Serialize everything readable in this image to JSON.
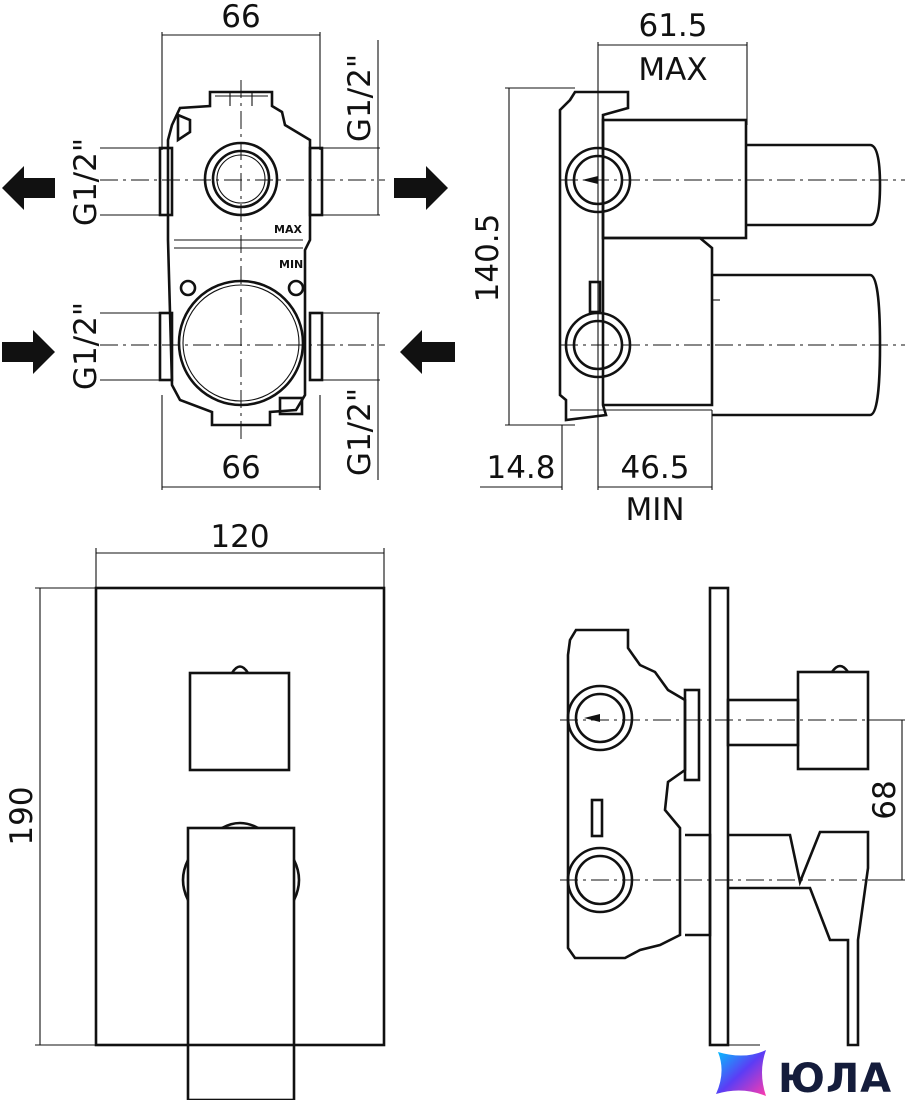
{
  "views": {
    "front_body": {
      "width_top": "66",
      "width_bottom": "66",
      "thread_left_upper": "G1/2\"",
      "thread_left_lower": "G1/2\"",
      "thread_right_upper": "G1/2\"",
      "thread_right_lower": "G1/2\"",
      "mark_max": "MAX",
      "mark_min": "MIN"
    },
    "side_body": {
      "depth_max": "61.5",
      "max_label": "MAX",
      "height": "140.5",
      "offset": "14.8",
      "depth_min": "46.5",
      "min_label": "MIN"
    },
    "front_plate": {
      "width": "120",
      "height": "190"
    },
    "side_assembly": {
      "spacing": "68"
    }
  },
  "brand": {
    "name": "ЮЛА",
    "logo_colors": [
      "#5b3df5",
      "#ff3cac",
      "#00c6ff"
    ]
  }
}
